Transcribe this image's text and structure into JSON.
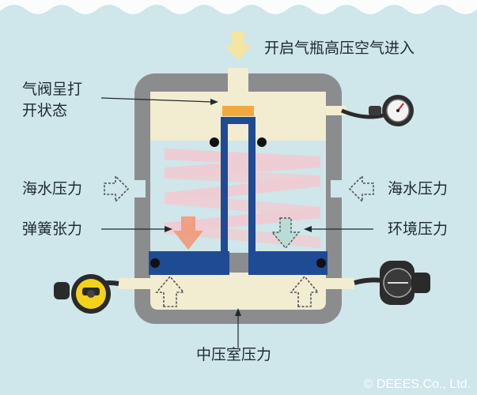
{
  "labels": {
    "inflow": "开启气瓶高压空气进入",
    "valve_open_line1": "气阀呈打",
    "valve_open_line2": "开状态",
    "water_pressure_left": "海水压力",
    "water_pressure_right": "海水压力",
    "spring_tension": "弹簧张力",
    "ambient_pressure": "环境压力",
    "chamber_pressure": "中压室压力"
  },
  "copyright": "© DEEES.Co., Ltd.",
  "colors": {
    "background": "#cfe6ea",
    "wave": "#ffffff",
    "housing": "#8a8c8e",
    "chamber": "#f2ecd1",
    "piston": "#1e4b93",
    "seat": "#f2a93b",
    "spring": "#f3c9cf",
    "arrow_yellow": "#f3e6a3",
    "arrow_orange": "#f09a78",
    "arrow_green": "#b9dcd4"
  },
  "icons": [
    "pressure-gauge-icon",
    "second-stage-regulator-icon",
    "octopus-regulator-icon"
  ]
}
